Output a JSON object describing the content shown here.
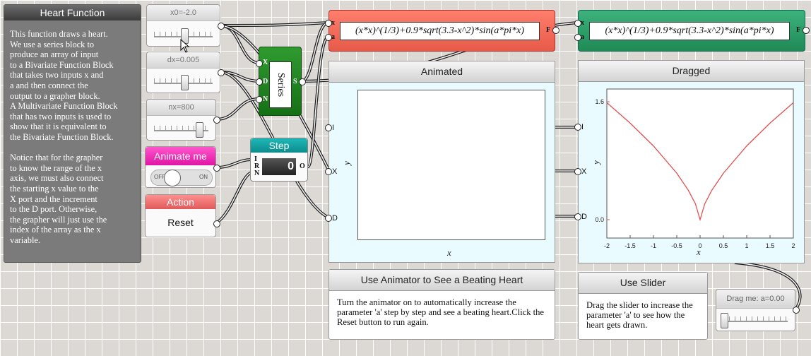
{
  "info": {
    "title": "Heart Function",
    "body": "This function draws a heart.\nWe use a series block to\nproduce an array of input\nto a Bivariate Function Block\nthat takes two inputs x and\na and then connect the\noutput to a grapher block.\nA Multivariate Function Block\nthat has two inputs is used to\nshow that it is equivalent to\nthe Bivariate Function Block.\n\nNotice that for the grapher\nto know the range of the x\naxis, we must also connect\nthe starting x value to the\nX port and the increment\nto the D port. Otherwise,\nthe grapher will just use the\nindex of the array as the x\nvariable."
  },
  "sliders": {
    "x0": {
      "label": "x0=-2.0",
      "level": 0.5
    },
    "dx": {
      "label": "dx=0.005",
      "level": 0.5
    },
    "nx": {
      "label": "nx=800",
      "level": 0.82
    }
  },
  "animate": {
    "title": "Animate me",
    "off": "OFF",
    "on": "ON"
  },
  "action": {
    "title": "Action",
    "button": "Reset"
  },
  "series": {
    "label": "Series",
    "ports_in": [
      "X",
      "D",
      "N"
    ],
    "port_out": "S"
  },
  "step": {
    "title": "Step",
    "value": "0",
    "ports_in": [
      "I",
      "R",
      "N"
    ],
    "port_out": "O"
  },
  "function1": {
    "expression": "(x*x)^(1/3)+0.9*sqrt(3.3-x^2)*sin(a*pi*x)",
    "ports_in": [
      "x",
      "a"
    ],
    "port_out": "F"
  },
  "function2": {
    "expression": "(x*x)^(1/3)+0.9*sqrt(3.3-x^2)*sin(a*pi*x)",
    "ports_in": [
      "x",
      "a"
    ],
    "port_out": "F"
  },
  "grapher1": {
    "title": "Animated",
    "xlabel": "x",
    "ylabel": "y",
    "ports": [
      "I",
      "X",
      "D"
    ]
  },
  "grapher2": {
    "title": "Dragged",
    "xlabel": "x",
    "ylabel": "y",
    "ports": [
      "I",
      "X",
      "D"
    ]
  },
  "chart_data": {
    "type": "line",
    "title": "Dragged",
    "xlabel": "x",
    "ylabel": "y",
    "xlim": [
      -2,
      2
    ],
    "ylim": [
      0.0,
      1.6
    ],
    "x_ticks": [
      "-2",
      "-1.5",
      "-1",
      "-0.5",
      "0",
      "0.5",
      "1",
      "1.5",
      "2"
    ],
    "y_ticks": [
      "1.6",
      "0.0"
    ],
    "series": [
      {
        "color": "#e05050",
        "x": [
          -2,
          -1.5,
          -1,
          -0.5,
          -0.25,
          -0.1,
          0,
          0.1,
          0.25,
          0.5,
          1,
          1.5,
          2
        ],
        "values": [
          1.587,
          1.31,
          1.0,
          0.63,
          0.397,
          0.215,
          0.0,
          0.215,
          0.397,
          0.63,
          1.0,
          1.31,
          1.587
        ]
      }
    ],
    "grid": false
  },
  "note1": {
    "title": "Use Animator to See a Beating Heart",
    "body": "Turn the animator on to automatically increase the parameter 'a' step by step and see a beating heart.Click the Reset button to run again."
  },
  "note2": {
    "title": "Use Slider",
    "body": "Drag the slider to increase the parameter 'a' to see how the heart gets drawn."
  },
  "drag_slider": {
    "label": "Drag me: a=0.00",
    "level": 0.0
  }
}
